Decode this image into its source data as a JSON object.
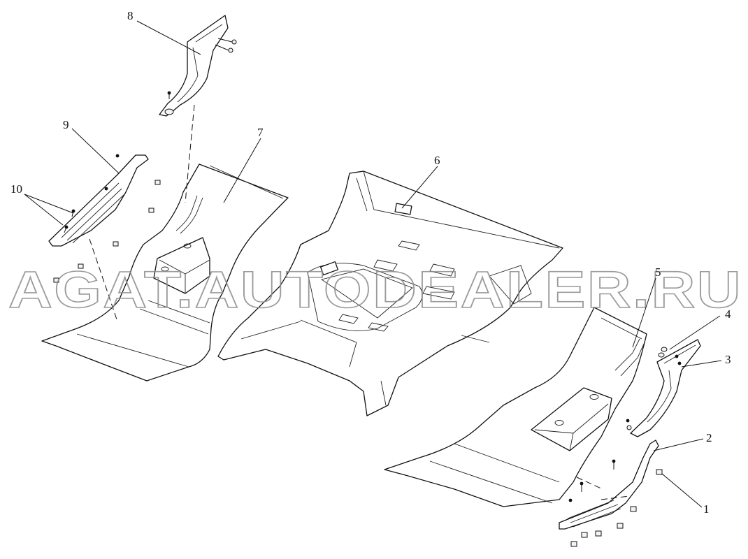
{
  "diagram": {
    "callouts": [
      {
        "id": "1",
        "label": "1"
      },
      {
        "id": "2",
        "label": "2"
      },
      {
        "id": "3",
        "label": "3"
      },
      {
        "id": "4",
        "label": "4"
      },
      {
        "id": "5",
        "label": "5"
      },
      {
        "id": "6",
        "label": "6"
      },
      {
        "id": "7",
        "label": "7"
      },
      {
        "id": "8",
        "label": "8"
      },
      {
        "id": "9",
        "label": "9"
      },
      {
        "id": "10",
        "label": "10"
      }
    ],
    "watermark": "AGAT.AUTODEALER.RU"
  }
}
